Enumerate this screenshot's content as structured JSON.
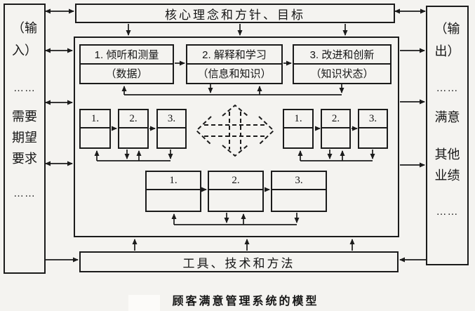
{
  "colors": {
    "background": "#f4f3f0",
    "line": "#1b1b1b"
  },
  "top_box": {
    "label": "核心理念和方针、目标"
  },
  "input_panel": {
    "lines": [
      "（输",
      "入）",
      "……",
      "需要",
      "期望",
      "要求",
      "……"
    ]
  },
  "output_panel": {
    "lines": [
      "（输",
      "出）",
      "……",
      "满意",
      "其他",
      "业绩",
      "……"
    ]
  },
  "process_boxes": [
    {
      "title": "1. 倾听和测量",
      "subtitle": "（数据）"
    },
    {
      "title": "2. 解释和学习",
      "subtitle": "（信息和知识）"
    },
    {
      "title": "3. 改进和创新",
      "subtitle": "（知识状态）"
    }
  ],
  "sub_boxes": {
    "left": [
      "1.",
      "2.",
      "3."
    ],
    "right": [
      "1.",
      "2.",
      "3."
    ],
    "bottom": [
      "1.",
      "2.",
      "3."
    ]
  },
  "tools_box": {
    "label": "工具、技术和方法"
  },
  "caption": "顾客满意管理系统的模型",
  "icons": {
    "center": "four-way-dashed-arrow-icon"
  }
}
